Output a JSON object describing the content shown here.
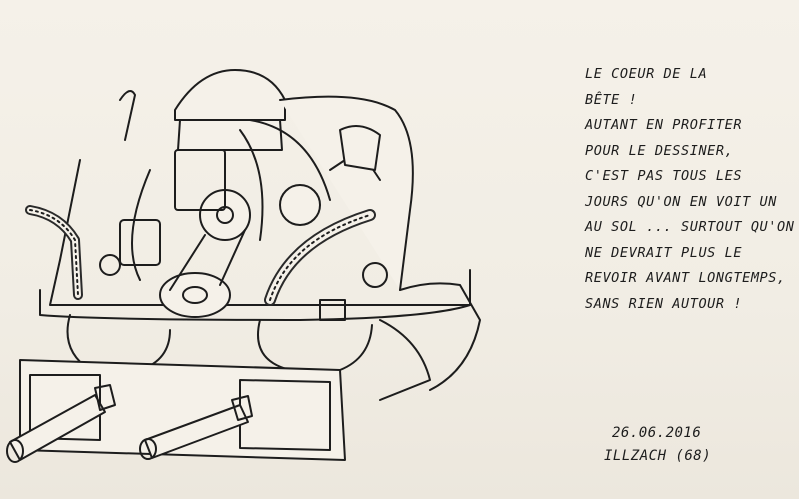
{
  "note": {
    "lines": [
      "LE COEUR DE LA",
      "BÊTE !",
      "AUTANT EN PROFITER",
      "POUR LE DESSINER,",
      "C'EST PAS TOUS LES",
      "JOURS QU'ON EN VOIT UN",
      "AU SOL ... SURTOUT QU'ON",
      "NE DEVRAIT PLUS LE",
      "REVOIR AVANT LONGTEMPS,",
      "SANS RIEN AUTOUR !"
    ]
  },
  "date": "26.06.2016",
  "place": "ILLZACH (68)",
  "colors": {
    "paper": "#f3efe7",
    "ink": "#1d1d1d"
  }
}
